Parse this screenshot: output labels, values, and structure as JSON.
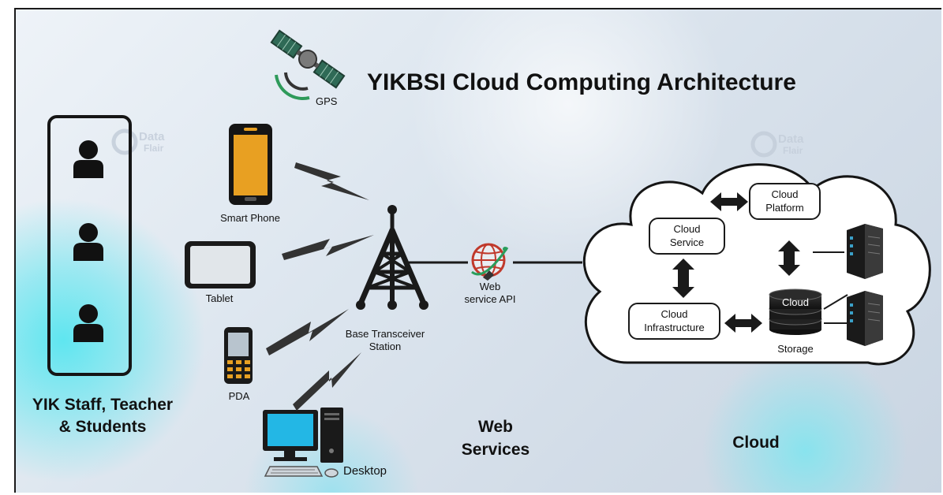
{
  "diagram": {
    "title": "YIKBSI Cloud Computing Architecture",
    "gps_label": "GPS",
    "watermark": [
      "Data",
      "Flair"
    ],
    "users_label": [
      "YIK Staff, Teacher",
      "& Students"
    ],
    "devices": {
      "smartphone": "Smart Phone",
      "tablet": "Tablet",
      "pda": "PDA",
      "desktop": "Desktop"
    },
    "tower_label": [
      "Base Transceiver",
      "Station"
    ],
    "api_label": [
      "Web",
      "service API"
    ],
    "web_services_label": [
      "Web",
      "Services"
    ],
    "cloud": {
      "label": "Cloud",
      "platform": [
        "Cloud",
        "Platform"
      ],
      "service": [
        "Cloud",
        "Service"
      ],
      "infrastructure": [
        "Cloud",
        "Infrastructure"
      ],
      "storage_top": "Cloud",
      "storage_bottom": "Storage"
    }
  }
}
